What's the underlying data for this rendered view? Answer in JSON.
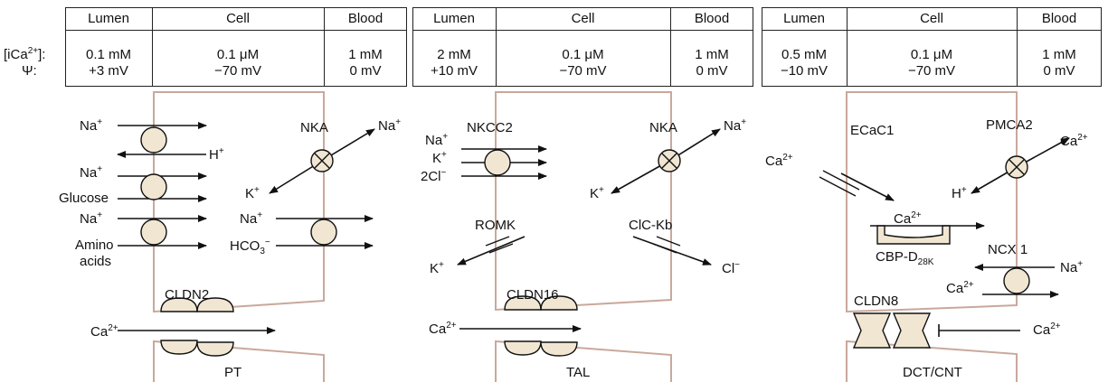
{
  "row_labels": {
    "ica": "[iCa",
    "ica_sup": "2+",
    "ica_end": "]:",
    "psi": "Ψ:"
  },
  "panels": [
    {
      "headers": [
        "Lumen",
        "Cell",
        "Blood"
      ],
      "ica": [
        "0.1 mM",
        "0.1 μM",
        "1 mM"
      ],
      "psi": [
        "+3 mV",
        "−70 mV",
        "0 mV"
      ]
    },
    {
      "headers": [
        "Lumen",
        "Cell",
        "Blood"
      ],
      "ica": [
        "2 mM",
        "0.1 μM",
        "1 mM"
      ],
      "psi": [
        "+10 mV",
        "−70 mV",
        "0 mV"
      ]
    },
    {
      "headers": [
        "Lumen",
        "Cell",
        "Blood"
      ],
      "ica": [
        "0.5 mM",
        "0.1 μM",
        "1 mM"
      ],
      "psi": [
        "−10 mV",
        "−70 mV",
        "0 mV"
      ]
    }
  ],
  "pt": {
    "segment": "PT",
    "na1": "Na",
    "h": "H",
    "na2": "Na",
    "glucose": "Glucose",
    "na3": "Na",
    "amino1": "Amino",
    "amino2": "acids",
    "nka": "NKA",
    "na_out": "Na",
    "k_in": "K",
    "na_bl": "Na",
    "hco3": "HCO",
    "hco3_sub": "3",
    "hco3_sup": "−",
    "claudin": "CLDN2",
    "ca": "Ca",
    "ca_sup": "2+",
    "plus": "+"
  },
  "tal": {
    "segment": "TAL",
    "nkcc2": "NKCC2",
    "na": "Na",
    "k": "K",
    "cl2": "2Cl",
    "minus": "−",
    "plus": "+",
    "nka": "NKA",
    "na_out": "Na",
    "k_in": "K",
    "romk": "ROMK",
    "k_out": "K",
    "clckb": "ClC-Kb",
    "cl_out": "Cl",
    "claudin": "CLDN16",
    "ca": "Ca",
    "ca_sup": "2+"
  },
  "dct": {
    "segment": "DCT/CNT",
    "ecac1": "ECaC1",
    "ca_in": "Ca",
    "ca_sup": "2+",
    "pmca2": "PMCA2",
    "ca_out": "Ca",
    "h": "H",
    "plus": "+",
    "cbp_ca": "Ca",
    "cbp": "CBP-D",
    "cbp_sub": "28K",
    "ncx1": "NCX 1",
    "na": "Na",
    "ca_ncx": "Ca",
    "claudin": "CLDN8",
    "ca_para": "Ca"
  },
  "colors": {
    "membrane": "#c9a89c",
    "carrier": "#f0e6d2",
    "line": "#111111"
  }
}
